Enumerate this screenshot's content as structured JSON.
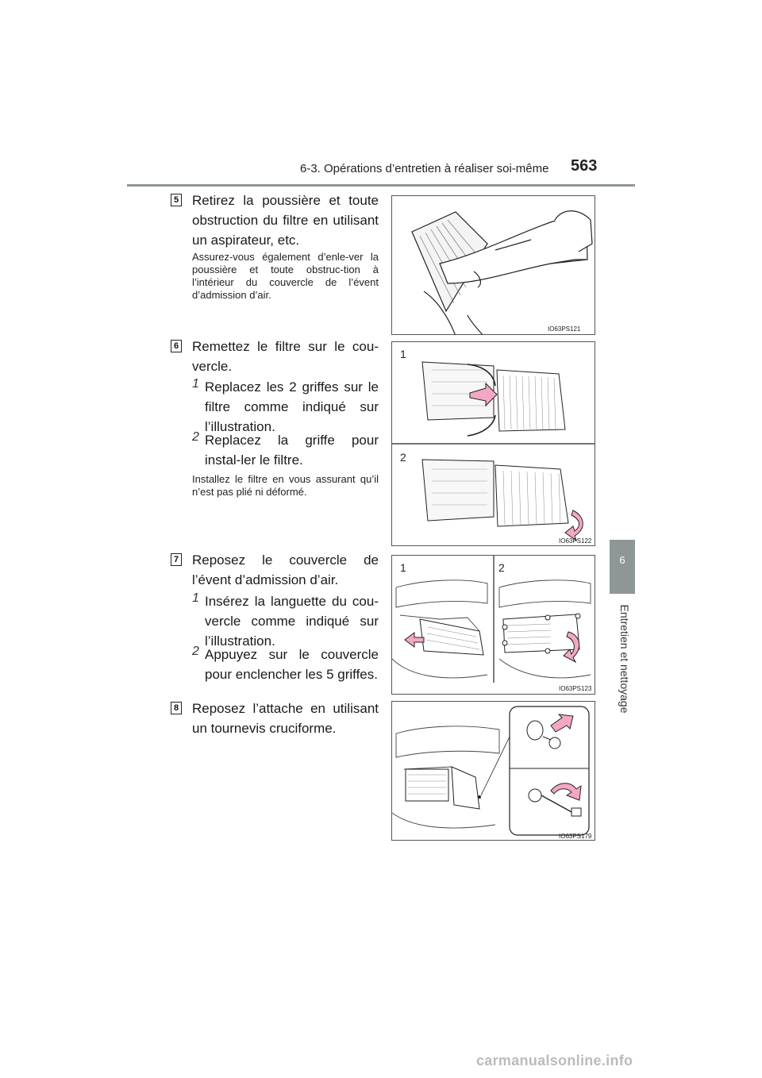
{
  "header": {
    "section": "6-3. Opérations d’entretien à réaliser soi-même",
    "page_number": "563"
  },
  "side_tab": {
    "chapter_number": "6",
    "chapter_title": "Entretien et nettoyage"
  },
  "steps": [
    {
      "number": "5",
      "text": "Retirez la poussière et toute obstruction du filtre en utilisant un aspirateur, etc.",
      "note": "Assurez-vous également d’enle-ver la poussière et toute obstruc-tion à l’intérieur du couvercle de l’évent d’admission d’air.",
      "figure_code": "IO63PS121"
    },
    {
      "number": "6",
      "text": "Remettez le filtre sur le cou-vercle.",
      "sub_steps": [
        {
          "number": "1",
          "text": "Replacez les 2 griffes sur le filtre comme indiqué sur l’illustration."
        },
        {
          "number": "2",
          "text": "Replacez la griffe pour instal-ler le filtre."
        }
      ],
      "note": "Installez le filtre en vous assurant qu’il n’est pas plié ni déformé.",
      "figure_code": "IO63PS122",
      "figure_labels": [
        "1",
        "2"
      ]
    },
    {
      "number": "7",
      "text": "Reposez le couvercle de l’évent d’admission d’air.",
      "sub_steps": [
        {
          "number": "1",
          "text": "Insérez la languette du cou-vercle comme indiqué sur l’illustration."
        },
        {
          "number": "2",
          "text": "Appuyez sur le couvercle pour enclencher les 5 griffes."
        }
      ],
      "figure_code": "IO63PS123",
      "figure_labels": [
        "1",
        "2"
      ]
    },
    {
      "number": "8",
      "text": "Reposez l’attache en utilisant un tournevis cruciforme.",
      "figure_code": "IO63PS179"
    }
  ],
  "watermark": "carmanualsonline.info",
  "colors": {
    "accent_gray": "#8e9698",
    "arrow_pink": "#f4a7c5"
  }
}
